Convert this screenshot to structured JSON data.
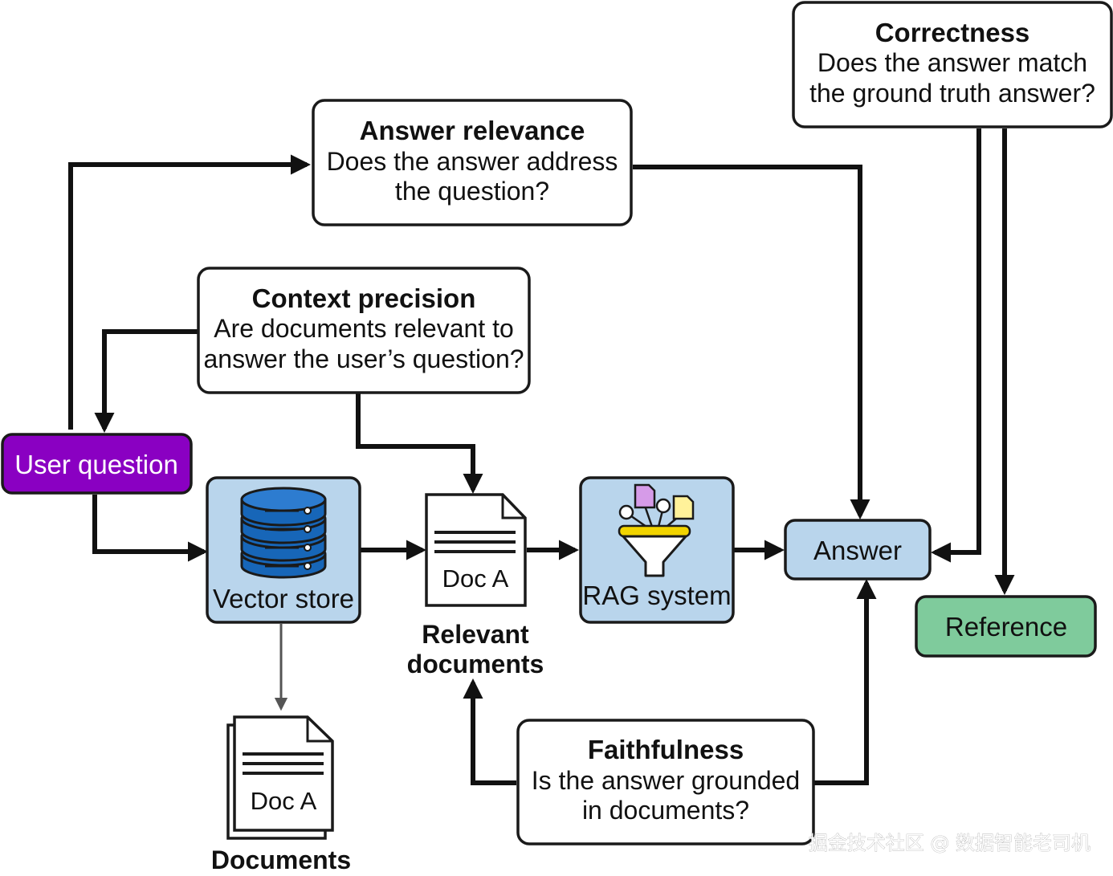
{
  "nodes": {
    "correctness": {
      "title": "Correctness",
      "line1": "Does the answer match",
      "line2": "the ground truth answer?"
    },
    "answer_relevance": {
      "title": "Answer relevance",
      "line1": "Does the answer address",
      "line2": "the question?"
    },
    "context_precision": {
      "title": "Context precision",
      "line1": "Are documents relevant to",
      "line2": "answer the user’s question?"
    },
    "faithfulness": {
      "title": "Faithfulness",
      "line1": "Is the answer grounded",
      "line2": "in documents?"
    },
    "user_question": {
      "label": "User question"
    },
    "vector_store": {
      "label": "Vector store"
    },
    "relevant_doc": {
      "doc_label": "Doc A",
      "caption1": "Relevant",
      "caption2": "documents"
    },
    "rag_system": {
      "label": "RAG system"
    },
    "answer": {
      "label": "Answer"
    },
    "reference": {
      "label": "Reference"
    },
    "documents": {
      "doc_label": "Doc A",
      "caption": "Documents"
    }
  },
  "watermark": "掘金技术社区 @ 数据智能老司机",
  "colors": {
    "user_question": "#8a00c2",
    "vector_store": "#b9d5ec",
    "answer": "#b9d5ec",
    "rag_system": "#b9d5ec",
    "reference": "#7fcb9c",
    "db_blue": "#1766b8",
    "funnel_yellow": "#f2d400",
    "outline": "#1a1a1a"
  },
  "icons": {
    "vector_store": "database-icon",
    "rag_system": "funnel-icon",
    "relevant_doc": "document-icon",
    "documents": "document-stack-icon"
  }
}
